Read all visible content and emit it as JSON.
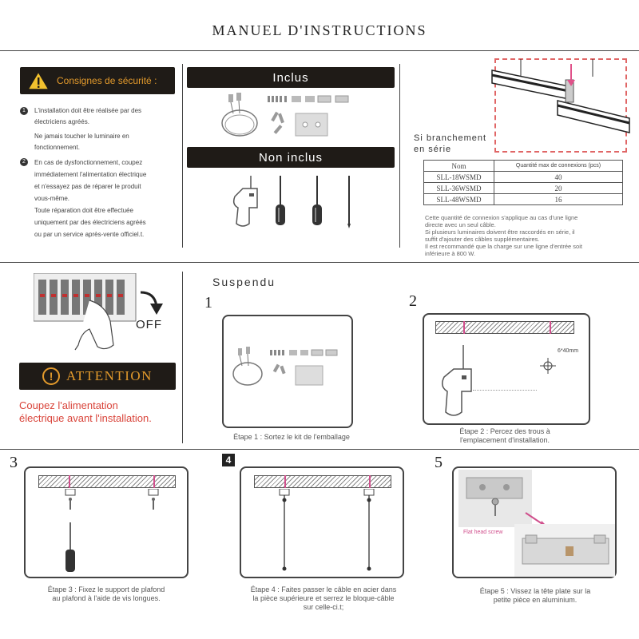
{
  "header": {
    "title": "MANUEL D'INSTRUCTIONS"
  },
  "safety": {
    "heading": "Consignes de sécurité :",
    "items": [
      {
        "num": "1",
        "lines": [
          "L'installation doit être réalisée par des",
          "électriciens agréés.",
          "",
          "Ne jamais toucher le luminaire en",
          "fonctionnement."
        ]
      },
      {
        "num": "2",
        "lines": [
          "En cas de dysfonctionnement, coupez",
          "immédiatement l'alimentation électrique",
          "et n'essayez pas de réparer le produit",
          "vous-même.",
          "Toute réparation doit être effectuée",
          "uniquement par des électriciens agréés",
          "ou par un service après-vente officiel.t."
        ]
      }
    ]
  },
  "included": {
    "label": "Inclus"
  },
  "not_included": {
    "label": "Non inclus"
  },
  "series": {
    "label_line1": "Si branchement",
    "label_line2": "en série",
    "table": {
      "headers": [
        "Nom",
        "Quantité max de connexions (pcs)"
      ],
      "rows": [
        [
          "SLL-18WSMD",
          "40"
        ],
        [
          "SLL-36WSMD",
          "20"
        ],
        [
          "SLL-48WSMD",
          "16"
        ]
      ]
    },
    "notes": [
      "Cette quantité de connexion s'applique au cas d'une ligne",
      "directe avec un seul câble.",
      "Si plusieurs luminaires doivent être raccordés en série, il",
      "suffit d'ajouter des câbles supplémentaires.",
      "Il est recommandé que la charge sur une ligne d'entrée soit",
      "inférieure à 800 W."
    ]
  },
  "power": {
    "off_label": "OFF",
    "attention_label": "ATTENTION",
    "warning_line1": "Coupez l'alimentation",
    "warning_line2": "électrique avant l'installation."
  },
  "suspended": {
    "heading": "Suspendu"
  },
  "steps": [
    {
      "num": "1",
      "caption_lines": [
        "Étape 1 : Sortez le kit de l'emballage"
      ]
    },
    {
      "num": "2",
      "caption_lines": [
        "Étape 2 : Percez des trous à",
        "l'emplacement d'installation."
      ],
      "dimension": "6*40mm"
    },
    {
      "num": "3",
      "caption_lines": [
        "Étape 3 : Fixez le support de plafond",
        "au plafond à l'aide de vis longues."
      ]
    },
    {
      "num": "4",
      "caption_lines": [
        "Étape 4 : Faites passer le câble en acier dans",
        "la pièce supérieure et serrez le bloque-câble",
        "sur celle-ci.t;"
      ]
    },
    {
      "num": "5",
      "caption_lines": [
        "Étape 5 : Vissez la tête plate sur la",
        "petite pièce en aluminium."
      ],
      "screw_label": "Flat head screw"
    }
  ],
  "colors": {
    "dark": "#1f1b17",
    "attention_orange": "#e39a2c",
    "warning_red": "#d9443a",
    "pink": "#d04f8c",
    "dash_red": "#e06666"
  }
}
